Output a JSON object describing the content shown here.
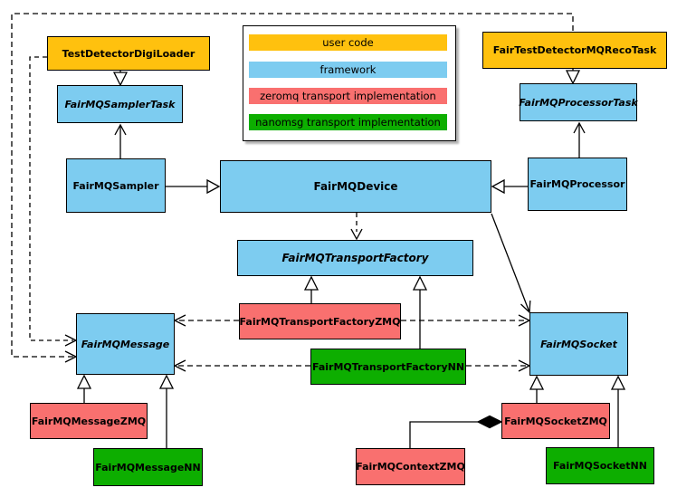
{
  "colors": {
    "user_code": "#FFC10E",
    "framework": "#7DCCF0",
    "zeromq_impl": "#F9706F",
    "nanomsg_impl": "#0DAE00",
    "edge": "#000000",
    "background": "#FFFFFF"
  },
  "legend": {
    "items": [
      {
        "label": "user code",
        "color": "#FFC10E"
      },
      {
        "label": "framework",
        "color": "#7DCCF0"
      },
      {
        "label": "zeromq transport implementation",
        "color": "#F9706F"
      },
      {
        "label": "nanomsg transport implementation",
        "color": "#0DAE00"
      }
    ]
  },
  "nodes": [
    {
      "label": "TestDetectorDigiLoader",
      "category": "user code",
      "abstract": false
    },
    {
      "label": "FairTestDetectorMQRecoTask",
      "category": "user code",
      "abstract": false
    },
    {
      "label": "FairMQSamplerTask",
      "category": "framework",
      "abstract": true
    },
    {
      "label": "FairMQProcessorTask",
      "category": "framework",
      "abstract": true
    },
    {
      "label": "FairMQSampler",
      "category": "framework",
      "abstract": false
    },
    {
      "label": "FairMQDevice",
      "category": "framework",
      "abstract": false
    },
    {
      "label": "FairMQProcessor",
      "category": "framework",
      "abstract": false
    },
    {
      "label": "FairMQTransportFactory",
      "category": "framework",
      "abstract": true
    },
    {
      "label": "FairMQTransportFactoryZMQ",
      "category": "zeromq transport implementation",
      "abstract": false
    },
    {
      "label": "FairMQTransportFactoryNN",
      "category": "nanomsg transport implementation",
      "abstract": false
    },
    {
      "label": "FairMQMessage",
      "category": "framework",
      "abstract": true
    },
    {
      "label": "FairMQSocket",
      "category": "framework",
      "abstract": true
    },
    {
      "label": "FairMQMessageZMQ",
      "category": "zeromq transport implementation",
      "abstract": false
    },
    {
      "label": "FairMQMessageNN",
      "category": "nanomsg transport implementation",
      "abstract": false
    },
    {
      "label": "FairMQContextZMQ",
      "category": "zeromq transport implementation",
      "abstract": false
    },
    {
      "label": "FairMQSocketZMQ",
      "category": "zeromq transport implementation",
      "abstract": false
    },
    {
      "label": "FairMQSocketNN",
      "category": "nanomsg transport implementation",
      "abstract": false
    }
  ],
  "edges": [
    {
      "from": "TestDetectorDigiLoader",
      "to": "FairMQSamplerTask",
      "type": "inheritance"
    },
    {
      "from": "FairTestDetectorMQRecoTask",
      "to": "FairMQProcessorTask",
      "type": "inheritance"
    },
    {
      "from": "FairMQSampler",
      "to": "FairMQSamplerTask",
      "type": "association"
    },
    {
      "from": "FairMQProcessor",
      "to": "FairMQProcessorTask",
      "type": "association"
    },
    {
      "from": "FairMQSampler",
      "to": "FairMQDevice",
      "type": "inheritance"
    },
    {
      "from": "FairMQProcessor",
      "to": "FairMQDevice",
      "type": "inheritance"
    },
    {
      "from": "FairMQDevice",
      "to": "FairMQTransportFactory",
      "type": "dependency"
    },
    {
      "from": "FairMQDevice",
      "to": "FairMQSocket",
      "type": "association"
    },
    {
      "from": "FairMQTransportFactoryZMQ",
      "to": "FairMQTransportFactory",
      "type": "inheritance"
    },
    {
      "from": "FairMQTransportFactoryNN",
      "to": "FairMQTransportFactory",
      "type": "inheritance"
    },
    {
      "from": "FairMQTransportFactoryZMQ",
      "to": "FairMQMessage",
      "type": "dependency"
    },
    {
      "from": "FairMQTransportFactoryZMQ",
      "to": "FairMQSocket",
      "type": "dependency"
    },
    {
      "from": "FairMQTransportFactoryNN",
      "to": "FairMQMessage",
      "type": "dependency"
    },
    {
      "from": "FairMQTransportFactoryNN",
      "to": "FairMQSocket",
      "type": "dependency"
    },
    {
      "from": "TestDetectorDigiLoader",
      "to": "FairMQMessage",
      "type": "dependency"
    },
    {
      "from": "FairTestDetectorMQRecoTask",
      "to": "FairMQMessage",
      "type": "dependency"
    },
    {
      "from": "FairMQMessageZMQ",
      "to": "FairMQMessage",
      "type": "inheritance"
    },
    {
      "from": "FairMQMessageNN",
      "to": "FairMQMessage",
      "type": "inheritance"
    },
    {
      "from": "FairMQSocketZMQ",
      "to": "FairMQSocket",
      "type": "inheritance"
    },
    {
      "from": "FairMQSocketNN",
      "to": "FairMQSocket",
      "type": "inheritance"
    },
    {
      "from": "FairMQContextZMQ",
      "to": "FairMQSocketZMQ",
      "type": "composition"
    }
  ]
}
